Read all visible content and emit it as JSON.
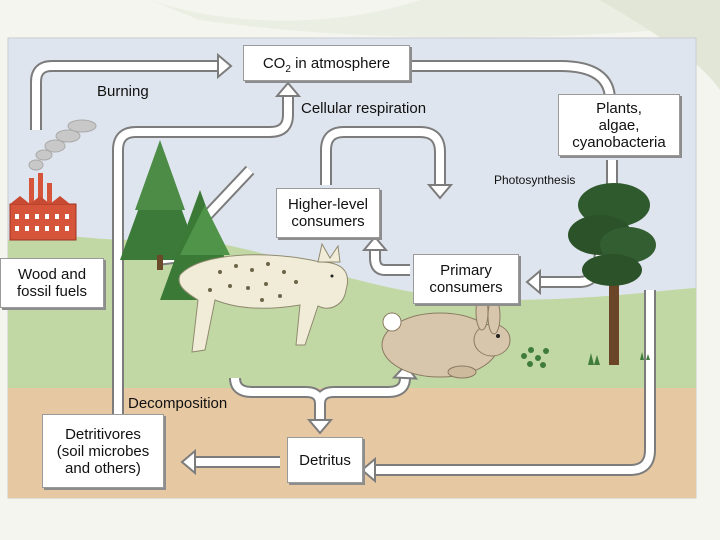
{
  "nodes": {
    "co2": {
      "text": "CO",
      "sub": "2",
      "suffix": " in atmosphere"
    },
    "burning": "Burning",
    "cellular_respiration": "Cellular respiration",
    "plants": [
      "Plants,",
      "algae,",
      "cyanobacteria"
    ],
    "photosynthesis": "Photosynthesis",
    "higher_consumers": [
      "Higher-level",
      "consumers"
    ],
    "primary_consumers": [
      "Primary",
      "consumers"
    ],
    "wood_fuels": [
      "Wood and",
      "fossil fuels"
    ],
    "decomposition": "Decomposition",
    "detritivores": [
      "Detritivores",
      "(soil microbes",
      "and others)"
    ],
    "detritus": "Detritus"
  },
  "colors": {
    "sky": "#dfe5ee",
    "ground": "#e6c8a2",
    "grass": "#c2d8a4",
    "arrow_fill": "#ffffff",
    "arrow_stroke": "#7c7c7c",
    "factory": "#d6553a"
  },
  "icons": [
    "factory-icon",
    "smoke-icon",
    "conifer-tree-icon",
    "deciduous-tree-icon",
    "lynx-icon",
    "rabbit-icon",
    "plant-sprout-icon"
  ]
}
